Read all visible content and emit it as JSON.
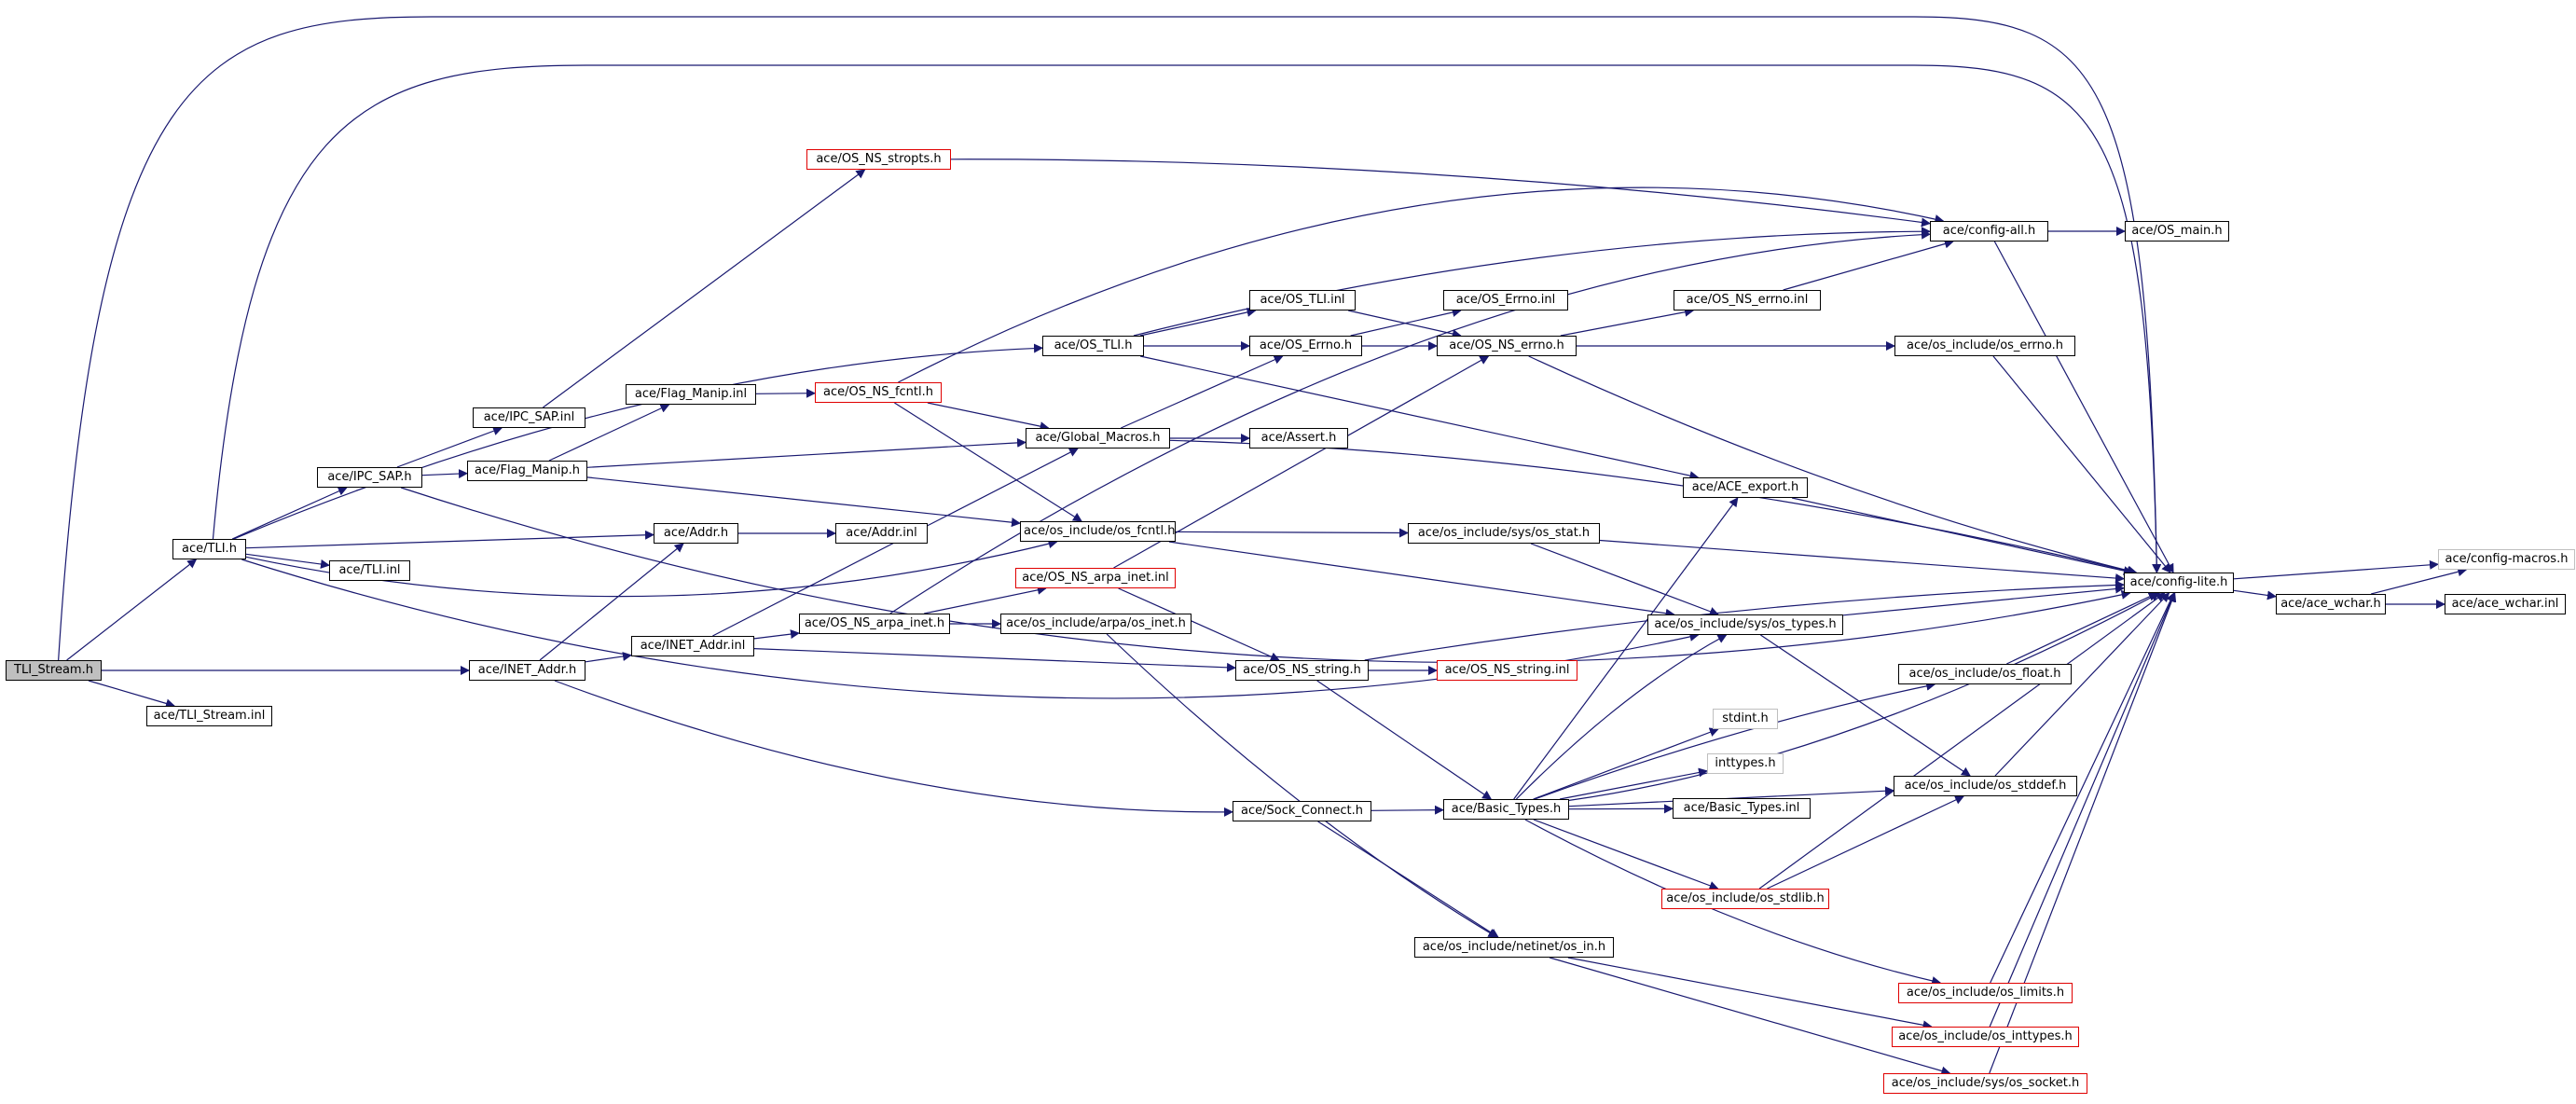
{
  "colors": {
    "edge": "#191970",
    "node_border": "#000000",
    "truncated_border": "#e00000",
    "external_border": "#bfbfbf",
    "root_fill": "#bfbfbf"
  },
  "nodes": {
    "tli_stream_h": "TLI_Stream.h",
    "tli_stream_inl": "ace/TLI_Stream.inl",
    "tli_h": "ace/TLI.h",
    "tli_inl": "ace/TLI.inl",
    "ipc_sap_h": "ace/IPC_SAP.h",
    "ipc_sap_inl": "ace/IPC_SAP.inl",
    "flag_manip_h": "ace/Flag_Manip.h",
    "flag_manip_inl": "ace/Flag_Manip.inl",
    "os_ns_stropts_h": "ace/OS_NS_stropts.h",
    "os_ns_fcntl_h": "ace/OS_NS_fcntl.h",
    "global_macros_h": "ace/Global_Macros.h",
    "assert_h": "ace/Assert.h",
    "os_tli_h": "ace/OS_TLI.h",
    "os_tli_inl": "ace/OS_TLI.inl",
    "os_errno_h": "ace/OS_Errno.h",
    "os_errno_inl": "ace/OS_Errno.inl",
    "os_ns_errno_h": "ace/OS_NS_errno.h",
    "os_ns_errno_inl": "ace/OS_NS_errno.inl",
    "os_include_os_errno_h": "ace/os_include/os_errno.h",
    "config_all_h": "ace/config-all.h",
    "os_main_h": "ace/OS_main.h",
    "ace_export_h": "ace/ACE_export.h",
    "addr_h": "ace/Addr.h",
    "addr_inl": "ace/Addr.inl",
    "os_include_os_fcntl_h": "ace/os_include/os_fcntl.h",
    "os_include_sys_os_stat_h": "ace/os_include/sys/os_stat.h",
    "config_lite_h": "ace/config-lite.h",
    "config_macros_h": "ace/config-macros.h",
    "ace_wchar_h": "ace/ace_wchar.h",
    "ace_wchar_inl": "ace/ace_wchar.inl",
    "os_ns_arpa_inet_inl": "ace/OS_NS_arpa_inet.inl",
    "os_ns_arpa_inet_h": "ace/OS_NS_arpa_inet.h",
    "os_include_arpa_os_inet_h": "ace/os_include/arpa/os_inet.h",
    "os_include_sys_os_types_h": "ace/os_include/sys/os_types.h",
    "inet_addr_h": "ace/INET_Addr.h",
    "inet_addr_inl": "ace/INET_Addr.inl",
    "os_ns_string_h": "ace/OS_NS_string.h",
    "os_ns_string_inl": "ace/OS_NS_string.inl",
    "os_include_os_float_h": "ace/os_include/os_float.h",
    "stdint_h": "stdint.h",
    "inttypes_h": "inttypes.h",
    "basic_types_h": "ace/Basic_Types.h",
    "basic_types_inl": "ace/Basic_Types.inl",
    "sock_connect_h": "ace/Sock_Connect.h",
    "os_include_os_stddef_h": "ace/os_include/os_stddef.h",
    "os_include_os_stdlib_h": "ace/os_include/os_stdlib.h",
    "os_include_netinet_os_in_h": "ace/os_include/netinet/os_in.h",
    "os_include_os_limits_h": "ace/os_include/os_limits.h",
    "os_include_os_inttypes_h": "ace/os_include/os_inttypes.h",
    "os_include_sys_os_socket_h": "ace/os_include/sys/os_socket.h"
  }
}
